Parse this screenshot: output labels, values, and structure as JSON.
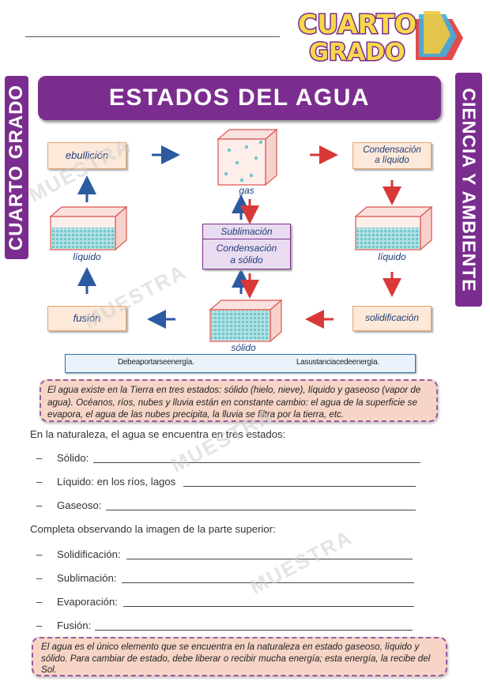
{
  "header": {
    "logo_line1": "CUARTO",
    "logo_line2": "GRADO"
  },
  "side": {
    "left": "CUARTO GRADO",
    "right": "CIENCIA Y AMBIENTE"
  },
  "title": "ESTADOS DEL AGUA",
  "diagram": {
    "ebullicion": "ebullición",
    "condensacion_liquido_1": "Condensación",
    "condensacion_liquido_2": "a líquido",
    "fusion": "fusión",
    "solidificacion": "solidificación",
    "gas": "gas",
    "liquido_left": "líquido",
    "liquido_right": "líquido",
    "solido": "sólido",
    "sublimacion": "Sublimación",
    "condensacion_solido_1": "Condensación",
    "condensacion_solido_2": "a sólido",
    "legend_red": "Debeaportarseenergía.",
    "legend_blue": "Lasustanciacedeenergía.",
    "colors": {
      "red_arrow": "#d93838",
      "blue_arrow": "#2b5aa0",
      "purple": "#7b2d8f"
    }
  },
  "info1": "El agua existe en la Tierra en tres estados: sólido (hielo, nieve), líquido y gaseoso (vapor de agua). Océanos, ríos, nubes y lluvia están en constante cambio: el agua de la superficie se evapora, el agua de las nubes precipita, la lluvia se filtra por la tierra, etc.",
  "section1": {
    "intro": "En la naturaleza, el agua se encuentra en tres estados:",
    "items": [
      "Sólido:",
      "Líquido: en los ríos, lagos",
      "Gaseoso:"
    ]
  },
  "section2": {
    "intro": "Completa observando la imagen de la parte superior:",
    "items": [
      "Solidificación:",
      "Sublimación:",
      "Evaporación:",
      "Fusión:"
    ]
  },
  "dash": "–",
  "info2": "El agua es el único elemento que se encuentra en la naturaleza en estado gaseoso, líquido y sólido. Para cambiar de estado, debe liberar o recibir mucha energía; esta energía, la recibe del Sol.",
  "watermark": "MUESTRA"
}
